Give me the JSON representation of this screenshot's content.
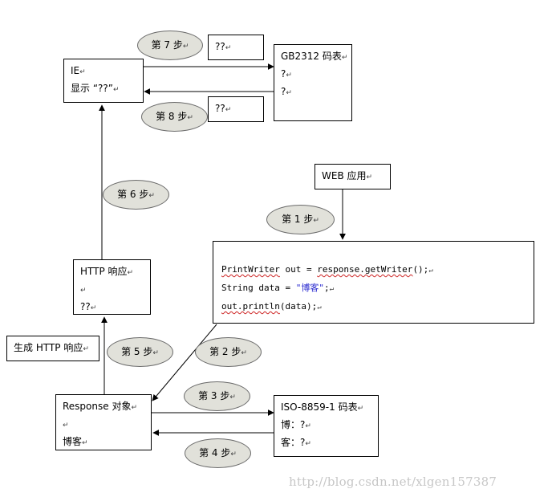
{
  "boxes": {
    "ie": {
      "line1": "IE",
      "line2": "显示 “??”"
    },
    "gb2312": {
      "title": "GB2312 码表",
      "row1": "?",
      "row2": "?"
    },
    "q_top": "??",
    "q_mid": "??",
    "web_app": "WEB 应用",
    "code": {
      "line1_pre": "PrintWriter",
      "line1_mid": " out = ",
      "line1_call": "response.getWriter",
      "line1_post": "();",
      "line2_pre": "String data = ",
      "line2_str": "\"博客\"",
      "line2_post": ";",
      "line3_pre": "out.println",
      "line3_post": "(data);"
    },
    "http_response": {
      "line1": "HTTP 响应",
      "line3": "??"
    },
    "generate_http": "生成 HTTP 响应",
    "response_obj": {
      "line1": "Response 对象",
      "line3": "博客"
    },
    "iso": {
      "title": "ISO-8859-1 码表",
      "row1": "博：?",
      "row2": "客：?"
    }
  },
  "steps": {
    "s1": "第 1 步",
    "s2": "第 2 步",
    "s3": "第 3 步",
    "s4": "第 4 步",
    "s5": "第 5 步",
    "s6": "第 6 步",
    "s7": "第 7 步",
    "s8": "第 8 步"
  },
  "para_mark": "↵",
  "watermark": "http://blog.csdn.net/xlgen157387"
}
